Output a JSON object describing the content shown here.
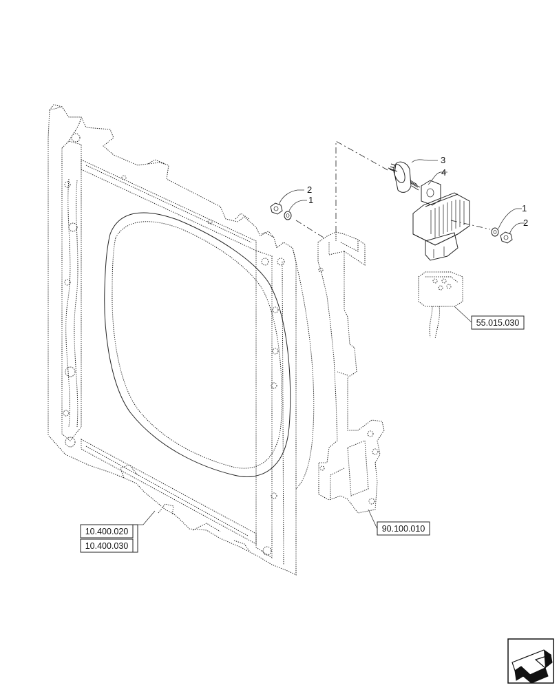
{
  "references": {
    "ref_55": "55.015.030",
    "ref_90": "90.100.010",
    "ref_10a": "10.400.020",
    "ref_10b": "10.400.030"
  },
  "callouts": {
    "left_nut": "2",
    "left_washer": "1",
    "mount_3": "3",
    "relay_4": "4",
    "right_washer": "1",
    "right_nut": "2"
  },
  "icons": {
    "nav": "next-page-arrow-icon"
  }
}
